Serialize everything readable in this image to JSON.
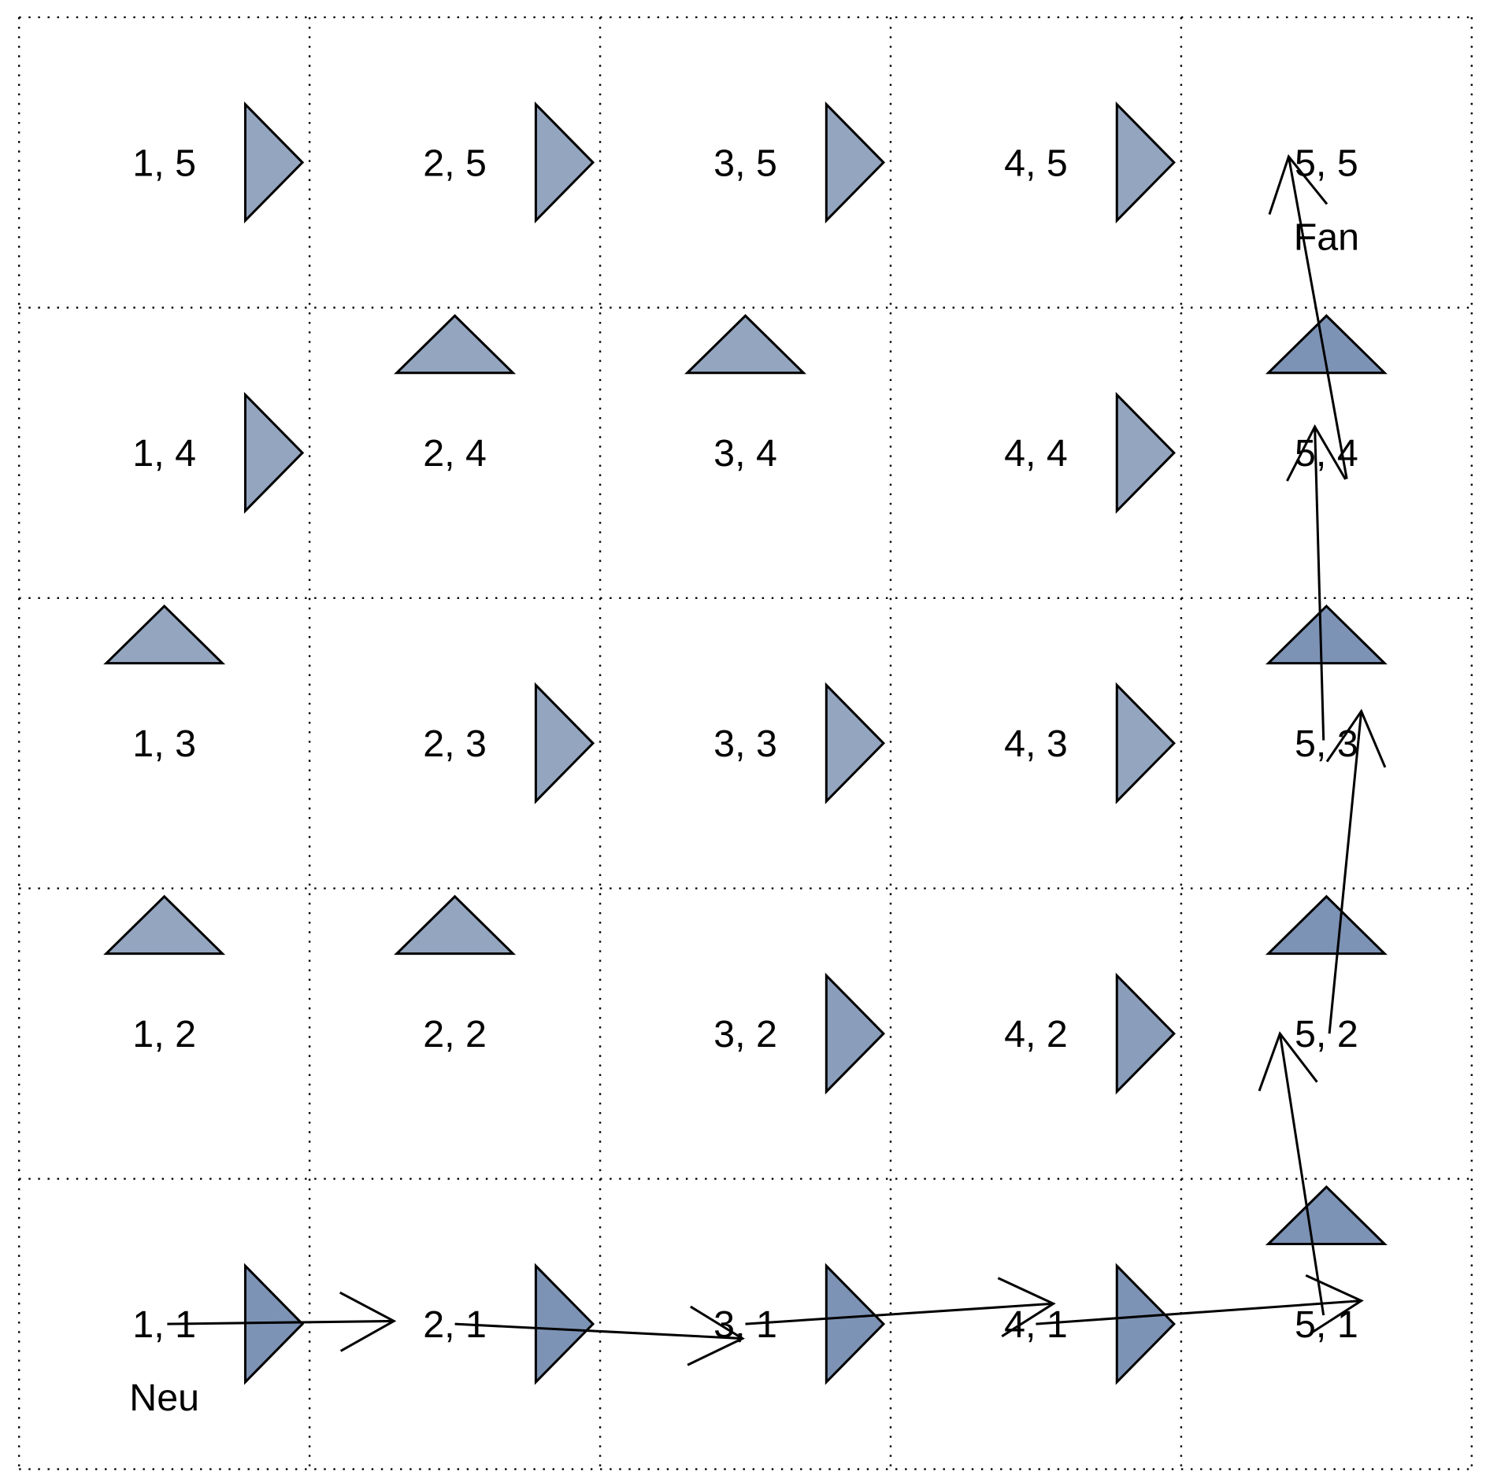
{
  "chart_data": {
    "type": "gridworld",
    "grid_size": [
      5,
      5
    ],
    "cells": [
      {
        "x": 1,
        "y": 5,
        "label": "1, 5",
        "action": "right",
        "shade": "light"
      },
      {
        "x": 2,
        "y": 5,
        "label": "2, 5",
        "action": "right",
        "shade": "light"
      },
      {
        "x": 3,
        "y": 5,
        "label": "3, 5",
        "action": "right",
        "shade": "light"
      },
      {
        "x": 4,
        "y": 5,
        "label": "4, 5",
        "action": "right",
        "shade": "light"
      },
      {
        "x": 5,
        "y": 5,
        "label": "5, 5",
        "action": "none",
        "shade": "light"
      },
      {
        "x": 1,
        "y": 4,
        "label": "1, 4",
        "action": "right",
        "shade": "light"
      },
      {
        "x": 2,
        "y": 4,
        "label": "2, 4",
        "action": "up",
        "shade": "light"
      },
      {
        "x": 3,
        "y": 4,
        "label": "3, 4",
        "action": "up",
        "shade": "light"
      },
      {
        "x": 4,
        "y": 4,
        "label": "4, 4",
        "action": "right",
        "shade": "light"
      },
      {
        "x": 5,
        "y": 4,
        "label": "5, 4",
        "action": "up",
        "shade": "dark"
      },
      {
        "x": 1,
        "y": 3,
        "label": "1, 3",
        "action": "up",
        "shade": "light"
      },
      {
        "x": 2,
        "y": 3,
        "label": "2, 3",
        "action": "right",
        "shade": "light"
      },
      {
        "x": 3,
        "y": 3,
        "label": "3, 3",
        "action": "right",
        "shade": "light"
      },
      {
        "x": 4,
        "y": 3,
        "label": "4, 3",
        "action": "right",
        "shade": "light"
      },
      {
        "x": 5,
        "y": 3,
        "label": "5, 3",
        "action": "up",
        "shade": "dark"
      },
      {
        "x": 1,
        "y": 2,
        "label": "1, 2",
        "action": "up",
        "shade": "light"
      },
      {
        "x": 2,
        "y": 2,
        "label": "2, 2",
        "action": "up",
        "shade": "light"
      },
      {
        "x": 3,
        "y": 2,
        "label": "3, 2",
        "action": "right",
        "shade": "mid"
      },
      {
        "x": 4,
        "y": 2,
        "label": "4, 2",
        "action": "right",
        "shade": "mid"
      },
      {
        "x": 5,
        "y": 2,
        "label": "5, 2",
        "action": "up",
        "shade": "dark"
      },
      {
        "x": 1,
        "y": 1,
        "label": "1, 1",
        "action": "right",
        "shade": "dark"
      },
      {
        "x": 2,
        "y": 1,
        "label": "2, 1",
        "action": "right",
        "shade": "dark"
      },
      {
        "x": 3,
        "y": 1,
        "label": "3, 1",
        "action": "right",
        "shade": "dark"
      },
      {
        "x": 4,
        "y": 1,
        "label": "4, 1",
        "action": "right",
        "shade": "dark"
      },
      {
        "x": 5,
        "y": 1,
        "label": "5, 1",
        "action": "up",
        "shade": "dark"
      }
    ],
    "start": {
      "x": 1,
      "y": 1,
      "label": "Neu"
    },
    "goal": {
      "x": 5,
      "y": 5,
      "label": "Fan"
    },
    "trajectory": [
      [
        [
          1.01,
          1.0
        ],
        [
          1.79,
          1.01
        ]
      ],
      [
        [
          2.0,
          1.0
        ],
        [
          2.99,
          0.95
        ]
      ],
      [
        [
          3.0,
          1.0
        ],
        [
          4.06,
          1.07
        ]
      ],
      [
        [
          4.0,
          1.0
        ],
        [
          5.12,
          1.08
        ]
      ],
      [
        [
          4.99,
          1.03
        ],
        [
          4.84,
          2.0
        ]
      ],
      [
        [
          5.01,
          2.0
        ],
        [
          5.12,
          3.11
        ]
      ],
      [
        [
          4.99,
          3.01
        ],
        [
          4.96,
          4.09
        ]
      ],
      [
        [
          5.07,
          3.91
        ],
        [
          4.87,
          5.02
        ]
      ]
    ],
    "colors": {
      "light": "#94a5bf",
      "mid": "#8a9dbb",
      "dark": "#7d93b5",
      "grid": "#000000"
    }
  }
}
